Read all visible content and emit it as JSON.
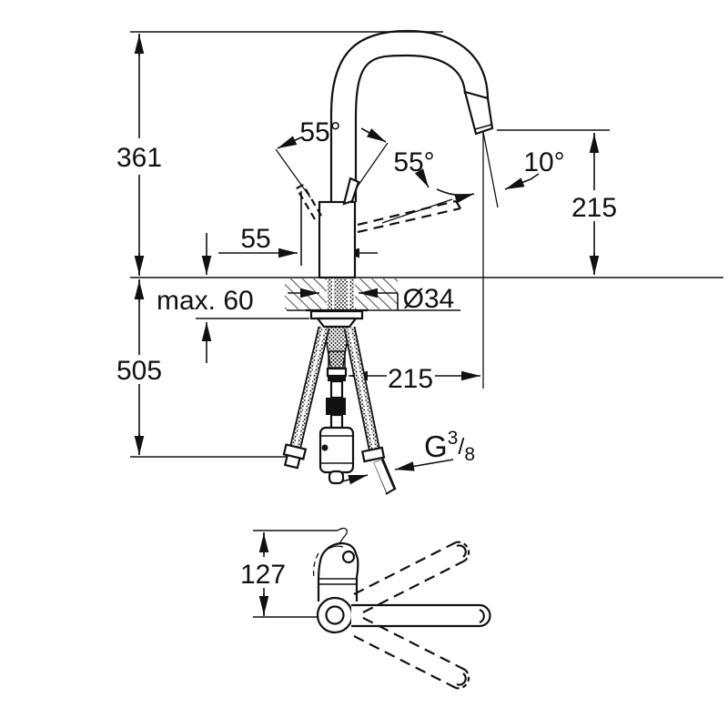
{
  "side_view": {
    "total_height": "361",
    "handle_swivel_angle_left": "55°",
    "handle_swivel_angle_right": "55°",
    "handle_offset": "55",
    "spout_outlet_angle": "10°",
    "outlet_height": "215",
    "deck_max_thickness": "max. 60",
    "hole_diameter": "Ø34",
    "below_deck_length": "505",
    "spout_reach": "215",
    "hose_thread": {
      "prefix": "G",
      "numerator": "3",
      "slash": "/",
      "denominator": "8"
    }
  },
  "top_view": {
    "handle_to_spout_axis": "127"
  }
}
